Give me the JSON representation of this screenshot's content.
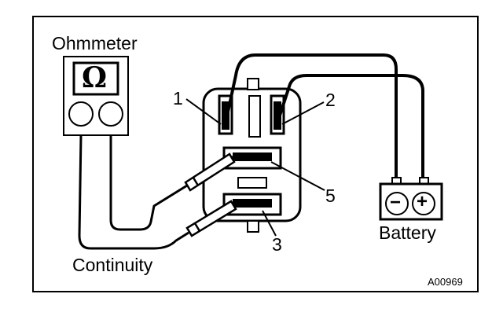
{
  "figure": {
    "code": "A00969",
    "ink_color": "#000000",
    "paper_color": "#ffffff"
  },
  "labels": {
    "ohmmeter": "Ohmmeter",
    "ohm_symbol": "Ω",
    "battery": "Battery",
    "continuity": "Continuity",
    "minus": "−",
    "plus": "+"
  },
  "callouts": {
    "t1": "1",
    "t2": "2",
    "t3": "3",
    "t5": "5"
  }
}
